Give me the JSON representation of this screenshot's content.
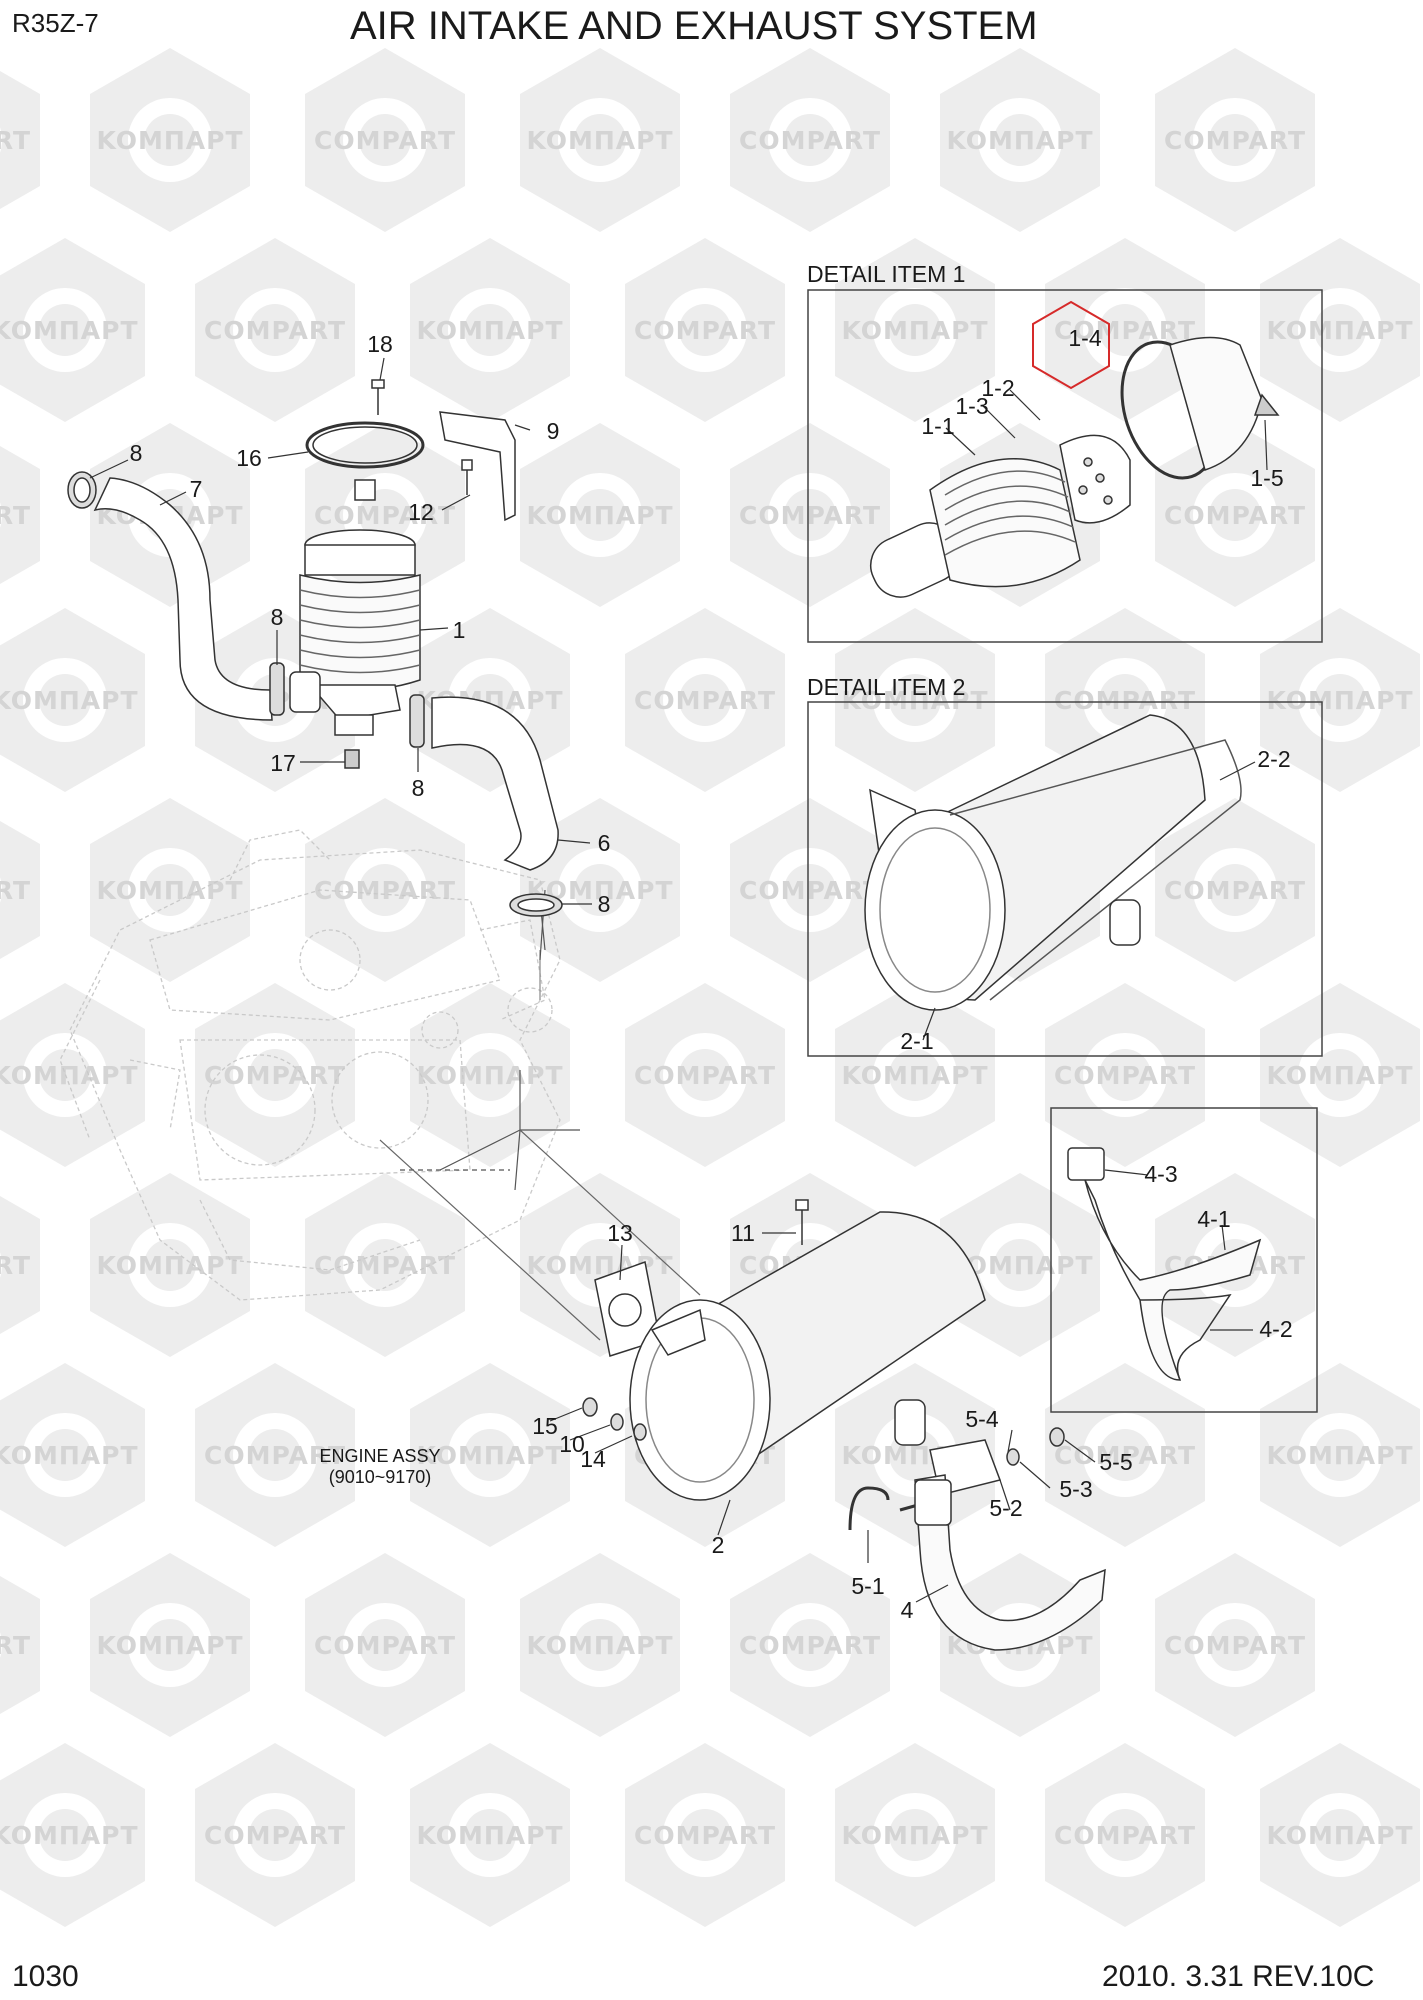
{
  "header": {
    "model": "R35Z-7",
    "title": "AIR INTAKE AND EXHAUST SYSTEM"
  },
  "footer": {
    "page_number": "1030",
    "revision": "2010. 3.31  REV.10C"
  },
  "watermark": {
    "brand_latin": "COMPART",
    "brand_cyrillic": "KOMΠAPT",
    "color": "#d4d4d4"
  },
  "detail_boxes": {
    "item1_title": "DETAIL ITEM 1",
    "item2_title": "DETAIL ITEM 2"
  },
  "notes": {
    "engine_assy": "ENGINE ASSY",
    "engine_range": "(9010~9170)"
  },
  "highlight_color": "#d62a2a",
  "callouts": {
    "c18": "18",
    "c9": "9",
    "c16": "16",
    "c8a": "8",
    "c7": "7",
    "c12": "12",
    "c1": "1",
    "c8b": "8",
    "c17": "17",
    "c8c": "8",
    "c6": "6",
    "c8d": "8",
    "c1_1": "1-1",
    "c1_2": "1-2",
    "c1_3": "1-3",
    "c1_4": "1-4",
    "c1_5": "1-5",
    "c2_1": "2-1",
    "c2_2": "2-2",
    "c4_1": "4-1",
    "c4_2": "4-2",
    "c4_3": "4-3",
    "c13": "13",
    "c11": "11",
    "c15": "15",
    "c10": "10",
    "c14": "14",
    "c2": "2",
    "c5_1": "5-1",
    "c5_2": "5-2",
    "c5_3": "5-3",
    "c5_4": "5-4",
    "c5_5": "5-5",
    "c4": "4"
  }
}
